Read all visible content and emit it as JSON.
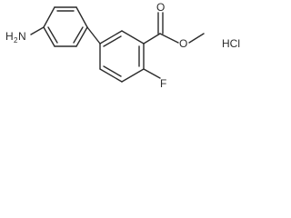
{
  "molecule": {
    "atoms": {
      "amine_N": "N",
      "amine_H": "H",
      "amine_H_count": "2",
      "carbonyl_O": "O",
      "ester_O": "O",
      "fluorine": "F"
    },
    "salt": "HCl"
  },
  "colors": {
    "bond": "#2b2b2b",
    "text": "#2b2b2b",
    "background": "#ffffff"
  }
}
